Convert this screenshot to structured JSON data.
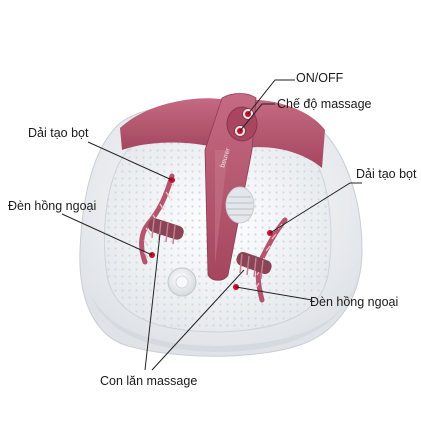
{
  "product": {
    "brand_text": "beurer",
    "colors": {
      "shell": "#f3f4f6",
      "shell_shadow": "#d9dde2",
      "basin": "#eef1f4",
      "accent_pink": "#b5546e",
      "accent_pink_dark": "#9a3f58",
      "roller": "#8a4456",
      "marker": "#c8102e"
    }
  },
  "labels": {
    "on_off": "ON/OFF",
    "mode": "Chế độ massage",
    "bubble_left": "Dải tạo bọt",
    "bubble_right": "Dải tạo bọt",
    "infrared_left": "Đèn hồng ngoại",
    "infrared_right": "Đèn hồng ngoại",
    "rollers": "Con lăn massage"
  }
}
